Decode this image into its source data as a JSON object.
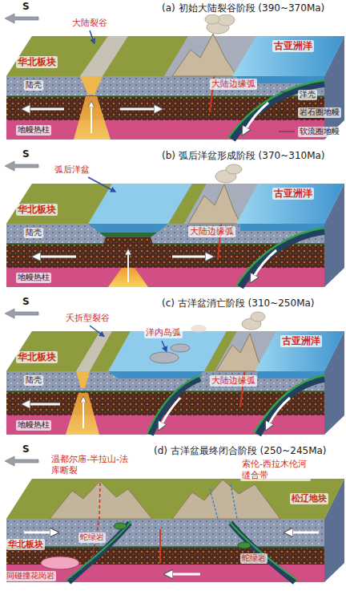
{
  "diagram": {
    "labels": [
      "S",
      "(a) 初始大陆裂谷阶段 (390~370Ma)",
      "大陆裂谷",
      "华北板块",
      "古亚洲洋",
      "大陆边缘弧",
      "陆壳",
      "地幔热柱",
      "洋壳",
      "岩石圈地幔",
      "软流圈地幔",
      "S",
      "(b) 弧后洋盆形成阶段 (370~310Ma)",
      "弧后洋盆",
      "古亚洲洋",
      "华北板块",
      "大陆边缘弧",
      "陆壳",
      "地幔热柱",
      "S",
      "(c) 古洋盆消亡阶段 (310~250Ma)",
      "夭折型裂谷",
      "洋内岛弧",
      "古亚洲洋",
      "华北板块",
      "大陆边缘弧",
      "陆壳",
      "地幔热柱",
      "S",
      "(d) 古洋盆最终闭合阶段 (250~245Ma)",
      "温都尔庙-半拉山-法库断裂",
      "索伦-西拉木伦河缝合带",
      "松辽地块",
      "华北板块",
      "蛇绿岩",
      "蛇绿岩",
      "同碰撞花岗岩"
    ]
  }
}
